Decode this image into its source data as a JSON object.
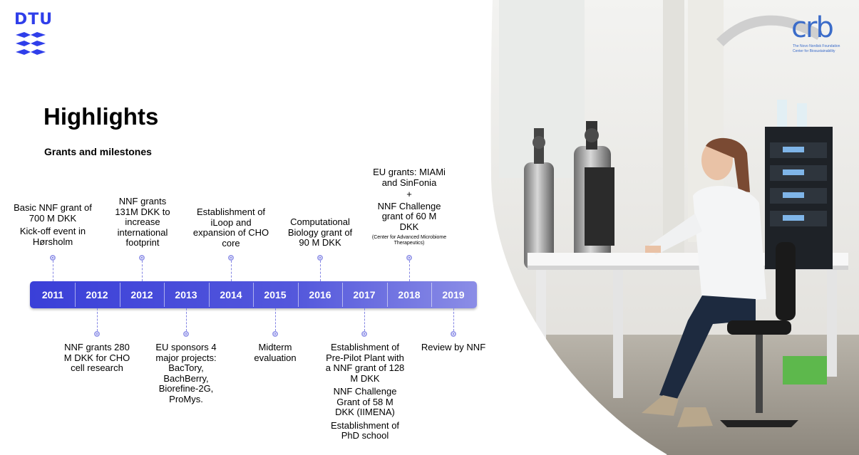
{
  "logos": {
    "dtu": "DTU",
    "crb_wordmark": "crb",
    "crb_line1": "The Novo Nordisk Foundation",
    "crb_line2": "Center for Biosustainability"
  },
  "page": {
    "title": "Highlights",
    "subtitle": "Grants and milestones"
  },
  "timeline": {
    "years": [
      "2011",
      "2012",
      "2012",
      "2013",
      "2014",
      "2015",
      "2016",
      "2017",
      "2018",
      "2019"
    ],
    "above": {
      "m2011": {
        "line1": "Basic NNF grant of 700 M DKK",
        "line2": "Kick-off event in Hørsholm"
      },
      "m2012": {
        "line1": "NNF grants 131M DKK to increase international footprint"
      },
      "m2014": {
        "line1": "Establishment of iLoop and expansion of CHO core"
      },
      "m2016": {
        "line1": "Computational Biology grant of 90 M DKK"
      },
      "m2018": {
        "line1": "EU grants: MIAMi and SinFonia",
        "plus": "+",
        "line2": "NNF Challenge grant of 60 M DKK",
        "note": "(Center for Advanced Microbiome Therapeutics)"
      }
    },
    "below": {
      "m2012": {
        "line1": "NNF grants 280 M DKK for CHO cell research"
      },
      "m2013": {
        "line1": "EU sponsors 4 major projects: BacTory, BachBerry, Biorefine-2G, ProMys."
      },
      "m2015": {
        "line1": "Midterm evaluation"
      },
      "m2017": {
        "line1": "Establishment of Pre-Pilot Plant with a NNF grant of 128 M DKK",
        "line2": "NNF Challenge Grant of 58 M DKK (IIMENA)",
        "line3": "Establishment of PhD school"
      },
      "m2019": {
        "line1": "Review by NNF"
      }
    }
  },
  "colors": {
    "accent": "#2f3eea",
    "bar_start": "#3a3fd8",
    "bar_end": "#8b8de6"
  }
}
